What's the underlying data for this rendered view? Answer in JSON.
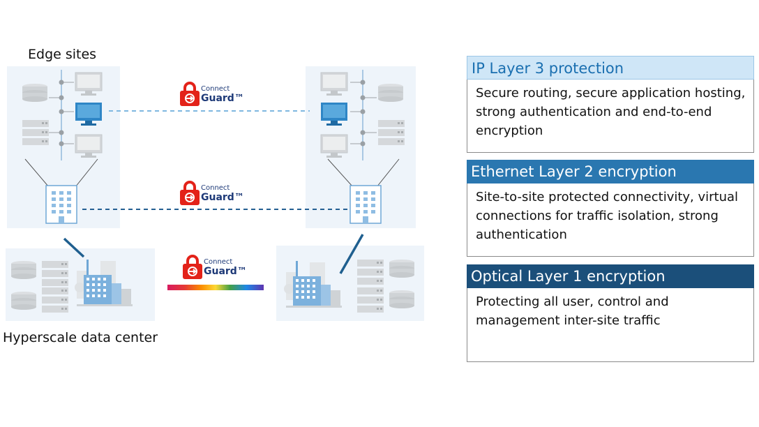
{
  "diagram": {
    "edge_sites_label": "Edge sites",
    "hyperscale_label": "Hyperscale data center"
  },
  "badge": {
    "brand_top": "Connect",
    "brand_bottom": "Guard™",
    "brand_color": "#e32219",
    "brand_text_color": "#1e3a78"
  },
  "panels": [
    {
      "title": "IP Layer 3 protection",
      "body": "Secure routing, secure application hosting, strong authentication and end-to-end encryption",
      "head_bg": "#cfe6f7",
      "head_color": "#1a6fb0"
    },
    {
      "title": "Ethernet Layer 2 encryption",
      "body": "Site-to-site protected connectivity, virtual connections for traffic isolation, strong authentication",
      "head_bg": "#2a77b0",
      "head_color": "#ffffff"
    },
    {
      "title": "Optical Layer 1 encryption",
      "body": "Protecting all user, control and management inter-site traffic",
      "head_bg": "#1b4f7a",
      "head_color": "#ffffff"
    }
  ],
  "colors": {
    "site_bg": "#eef4fa",
    "device_gray": "#cfd3d6",
    "device_blue": "#2f86c6",
    "link_ip": "#7fb8e0",
    "link_eth": "#245f92",
    "uplink": "#1f5f8f"
  }
}
